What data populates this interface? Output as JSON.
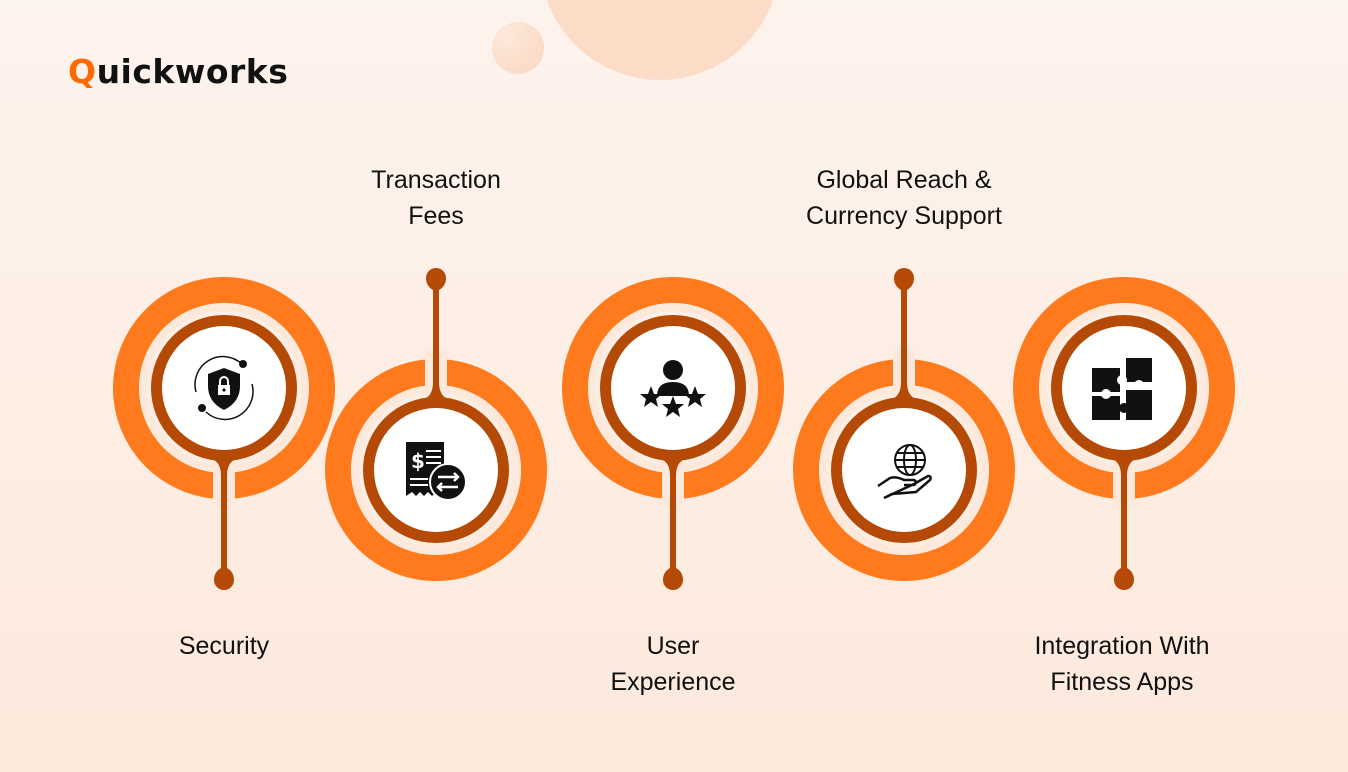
{
  "brand": {
    "name_first": "Q",
    "name_rest": "uickworks"
  },
  "colors": {
    "orange": "#ff7a1c",
    "brown": "#b44a06",
    "cream": "#fde9dc"
  },
  "steps": [
    {
      "label_lines": [
        "Security"
      ],
      "icon": "shield-lock-icon",
      "position": "bottom"
    },
    {
      "label_lines": [
        "Transaction",
        "Fees"
      ],
      "icon": "receipt-exchange-icon",
      "position": "top"
    },
    {
      "label_lines": [
        "User",
        "Experience"
      ],
      "icon": "user-rating-icon",
      "position": "bottom"
    },
    {
      "label_lines": [
        "Global Reach &",
        "Currency Support"
      ],
      "icon": "globe-hand-icon",
      "position": "top"
    },
    {
      "label_lines": [
        "Integration With",
        "Fitness Apps"
      ],
      "icon": "puzzle-icon",
      "position": "bottom"
    }
  ]
}
